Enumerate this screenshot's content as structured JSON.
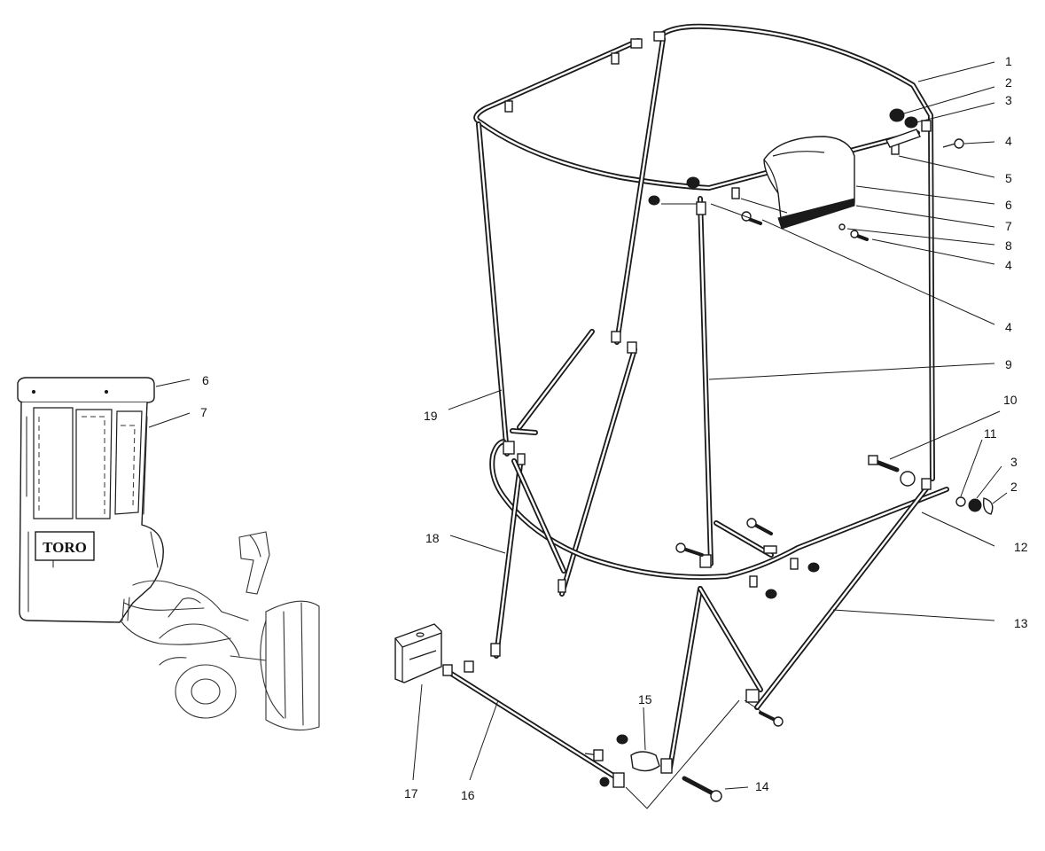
{
  "diagram": {
    "brand_logo": "TORO",
    "inset_callouts": [
      {
        "id": "inset-6",
        "label": "6"
      },
      {
        "id": "inset-7",
        "label": "7"
      }
    ],
    "callouts": [
      {
        "id": "c1",
        "label": "1"
      },
      {
        "id": "c2a",
        "label": "2"
      },
      {
        "id": "c3a",
        "label": "3"
      },
      {
        "id": "c4a",
        "label": "4"
      },
      {
        "id": "c5",
        "label": "5"
      },
      {
        "id": "c6",
        "label": "6"
      },
      {
        "id": "c7",
        "label": "7"
      },
      {
        "id": "c8",
        "label": "8"
      },
      {
        "id": "c4b",
        "label": "4"
      },
      {
        "id": "c4c",
        "label": "4"
      },
      {
        "id": "c9",
        "label": "9"
      },
      {
        "id": "c10",
        "label": "10"
      },
      {
        "id": "c11",
        "label": "11"
      },
      {
        "id": "c3b",
        "label": "3"
      },
      {
        "id": "c2b",
        "label": "2"
      },
      {
        "id": "c12",
        "label": "12"
      },
      {
        "id": "c13",
        "label": "13"
      },
      {
        "id": "c19",
        "label": "19"
      },
      {
        "id": "c18",
        "label": "18"
      },
      {
        "id": "c15",
        "label": "15"
      },
      {
        "id": "c14",
        "label": "14"
      },
      {
        "id": "c17",
        "label": "17"
      },
      {
        "id": "c16",
        "label": "16"
      }
    ],
    "colors": {
      "ink": "#1a1a1a",
      "paper": "#ffffff"
    }
  }
}
